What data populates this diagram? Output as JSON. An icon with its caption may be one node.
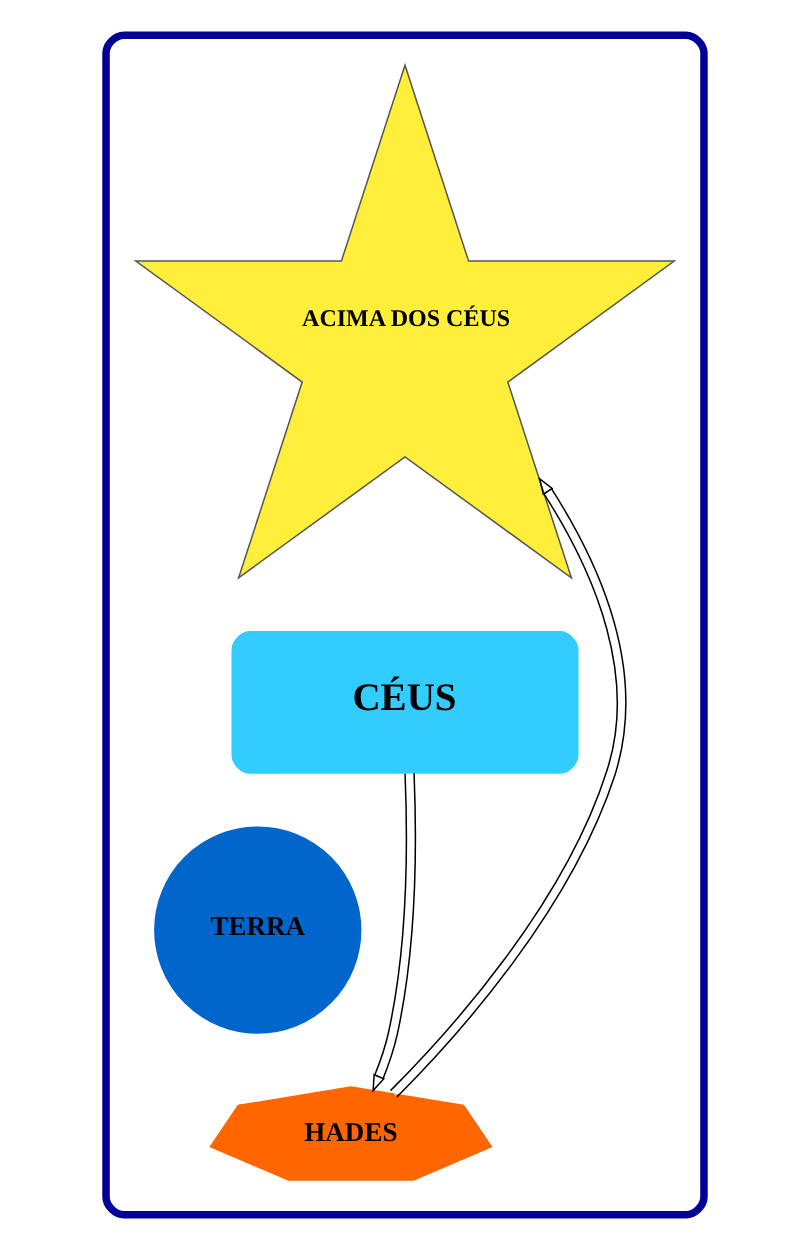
{
  "diagram": {
    "nodes": [
      {
        "text": [],
        "shape": "box"
      },
      {
        "text": [
          "ACIMA DOS CÉUS"
        ],
        "in": 0
      },
      {
        "text": [
          "CÉUS"
        ],
        "in": 0
      },
      {
        "text": [
          "TERRA"
        ],
        "in": 0
      },
      {
        "text": [
          "HADES"
        ],
        "in": 0
      }
    ],
    "edges": [
      {
        "from": 2,
        "to": 4,
        "arrow": "to"
      },
      {
        "from": 4,
        "to": 1,
        "arrow": "to"
      }
    ]
  }
}
